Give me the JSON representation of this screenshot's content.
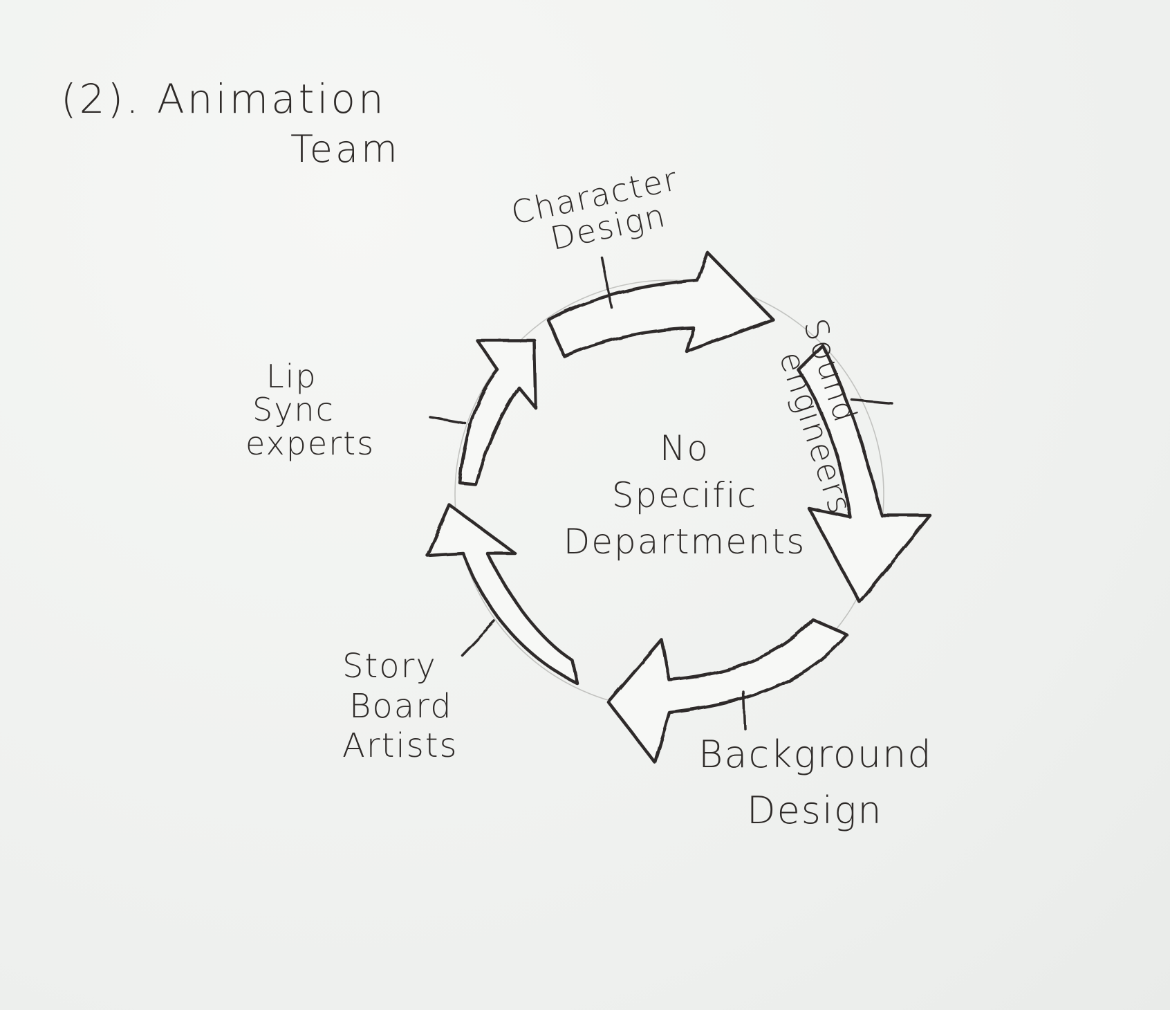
{
  "title": {
    "line1": "(2). Animation",
    "line2": "Team"
  },
  "center": {
    "line1": "No",
    "line2": "Specific",
    "line3": "Departments"
  },
  "labels": {
    "character_design": [
      "Character",
      "Design"
    ],
    "sound_engineers": [
      "Sound",
      "engineers"
    ],
    "background_design": [
      "Background",
      "Design"
    ],
    "storyboard_artists": [
      "Story",
      "Board",
      "Artists"
    ],
    "lip_sync_experts": [
      "Lip",
      "Sync",
      "experts"
    ]
  }
}
